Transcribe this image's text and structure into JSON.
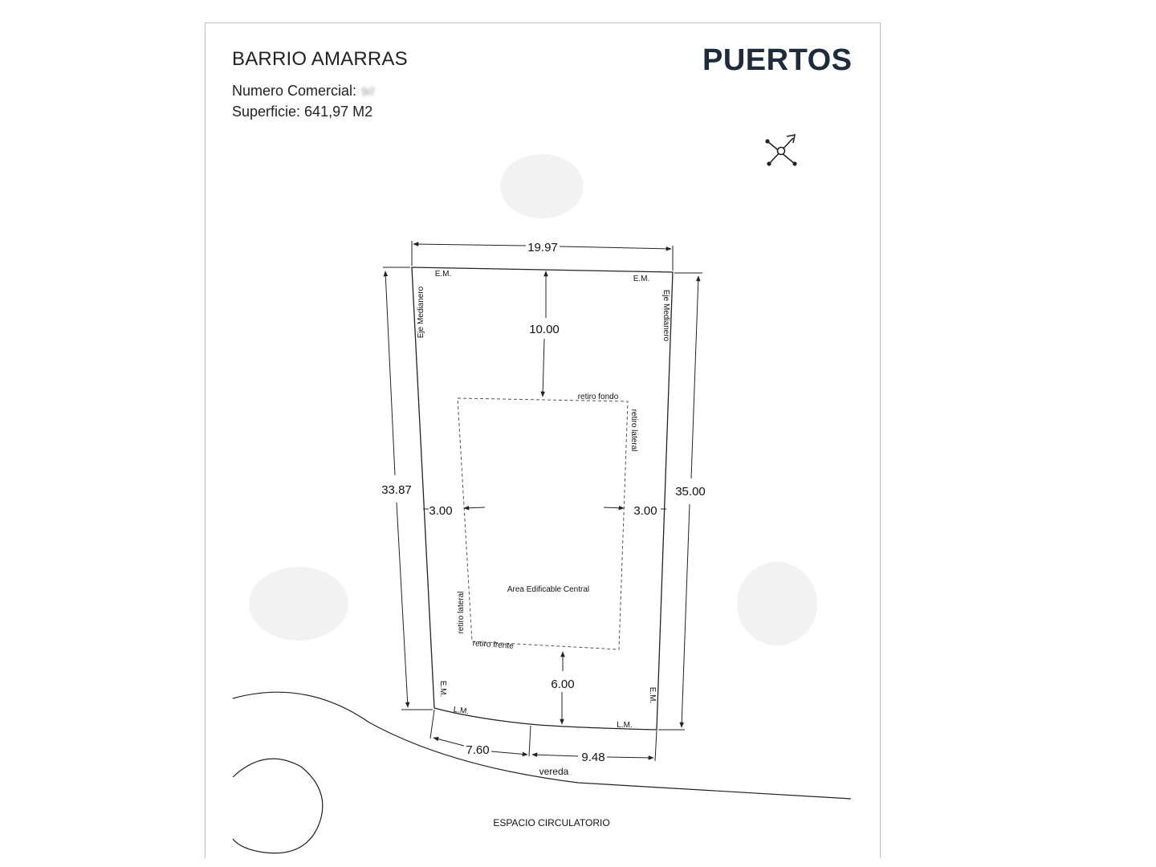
{
  "header": {
    "title": "BARRIO AMARRAS",
    "numero_label": "Numero Comercial:",
    "numero_value": "9//",
    "superficie": "Superficie: 641,97 M2",
    "brand": "PUERTOS"
  },
  "plan": {
    "dim_top": "19.97",
    "dim_left": "33.87",
    "dim_right": "35.00",
    "dim_back_setback": "10.00",
    "dim_side_left": "3.00",
    "dim_side_right": "3.00",
    "dim_front_setback": "6.00",
    "dim_front_left": "7.60",
    "dim_front_right": "9.48",
    "em_top_left": "E.M.",
    "em_top_right": "E.M.",
    "em_bottom_left": "E.M.",
    "em_bottom_right": "E.M.",
    "eje_left": "Eje Medianero",
    "eje_right": "Eje Medianero",
    "retiro_fondo": "retiro fondo",
    "retiro_lateral_right": "retiro lateral",
    "retiro_lateral_left": "retiro lateral",
    "retiro_frente": "retiro frente",
    "area": "Area Edificable Central",
    "lm_left": "L.M.",
    "lm_right": "L.M.",
    "vereda": "vereda",
    "espacio": "ESPACIO CIRCULATORIO"
  },
  "icons": [
    "north-arrow-icon"
  ]
}
